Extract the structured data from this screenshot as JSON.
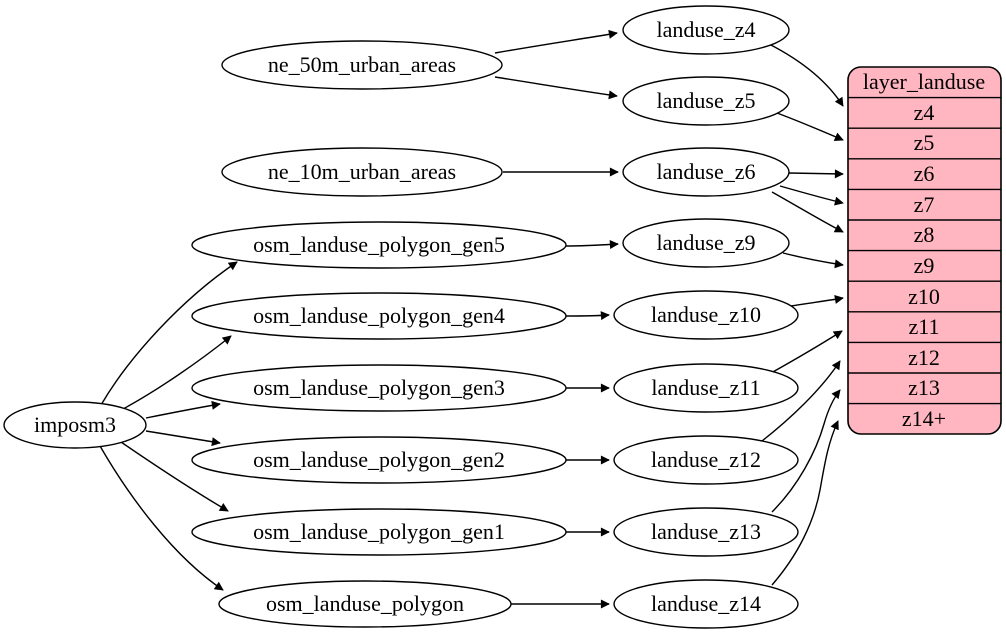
{
  "colors": {
    "layer_fill": "#ffb6c1",
    "node_fill": "#ffffff",
    "line": "#000000"
  },
  "nodes": {
    "source": "imposm3",
    "inputs": [
      "ne_50m_urban_areas",
      "ne_10m_urban_areas",
      "osm_landuse_polygon_gen5",
      "osm_landuse_polygon_gen4",
      "osm_landuse_polygon_gen3",
      "osm_landuse_polygon_gen2",
      "osm_landuse_polygon_gen1",
      "osm_landuse_polygon"
    ],
    "zoom_levels": [
      "landuse_z4",
      "landuse_z5",
      "landuse_z6",
      "landuse_z9",
      "landuse_z10",
      "landuse_z11",
      "landuse_z12",
      "landuse_z13",
      "landuse_z14"
    ]
  },
  "layer_table": {
    "header": "layer_landuse",
    "rows": [
      "z4",
      "z5",
      "z6",
      "z7",
      "z8",
      "z9",
      "z10",
      "z11",
      "z12",
      "z13",
      "z14+"
    ]
  },
  "edges": [
    {
      "from": "imposm3",
      "to": "osm_landuse_polygon_gen5"
    },
    {
      "from": "imposm3",
      "to": "osm_landuse_polygon_gen4"
    },
    {
      "from": "imposm3",
      "to": "osm_landuse_polygon_gen3"
    },
    {
      "from": "imposm3",
      "to": "osm_landuse_polygon_gen2"
    },
    {
      "from": "imposm3",
      "to": "osm_landuse_polygon_gen1"
    },
    {
      "from": "imposm3",
      "to": "osm_landuse_polygon"
    },
    {
      "from": "ne_50m_urban_areas",
      "to": "landuse_z4"
    },
    {
      "from": "ne_50m_urban_areas",
      "to": "landuse_z5"
    },
    {
      "from": "ne_10m_urban_areas",
      "to": "landuse_z6"
    },
    {
      "from": "osm_landuse_polygon_gen5",
      "to": "landuse_z9"
    },
    {
      "from": "osm_landuse_polygon_gen4",
      "to": "landuse_z10"
    },
    {
      "from": "osm_landuse_polygon_gen3",
      "to": "landuse_z11"
    },
    {
      "from": "osm_landuse_polygon_gen2",
      "to": "landuse_z12"
    },
    {
      "from": "osm_landuse_polygon_gen1",
      "to": "landuse_z13"
    },
    {
      "from": "osm_landuse_polygon",
      "to": "landuse_z14"
    },
    {
      "from": "landuse_z4",
      "to": "layer_landuse:z4"
    },
    {
      "from": "landuse_z5",
      "to": "layer_landuse:z5"
    },
    {
      "from": "landuse_z6",
      "to": "layer_landuse:z6"
    },
    {
      "from": "landuse_z6",
      "to": "layer_landuse:z7"
    },
    {
      "from": "landuse_z6",
      "to": "layer_landuse:z8"
    },
    {
      "from": "landuse_z9",
      "to": "layer_landuse:z9"
    },
    {
      "from": "landuse_z10",
      "to": "layer_landuse:z10"
    },
    {
      "from": "landuse_z11",
      "to": "layer_landuse:z11"
    },
    {
      "from": "landuse_z12",
      "to": "layer_landuse:z12"
    },
    {
      "from": "landuse_z13",
      "to": "layer_landuse:z13"
    },
    {
      "from": "landuse_z14",
      "to": "layer_landuse:z14+"
    }
  ]
}
